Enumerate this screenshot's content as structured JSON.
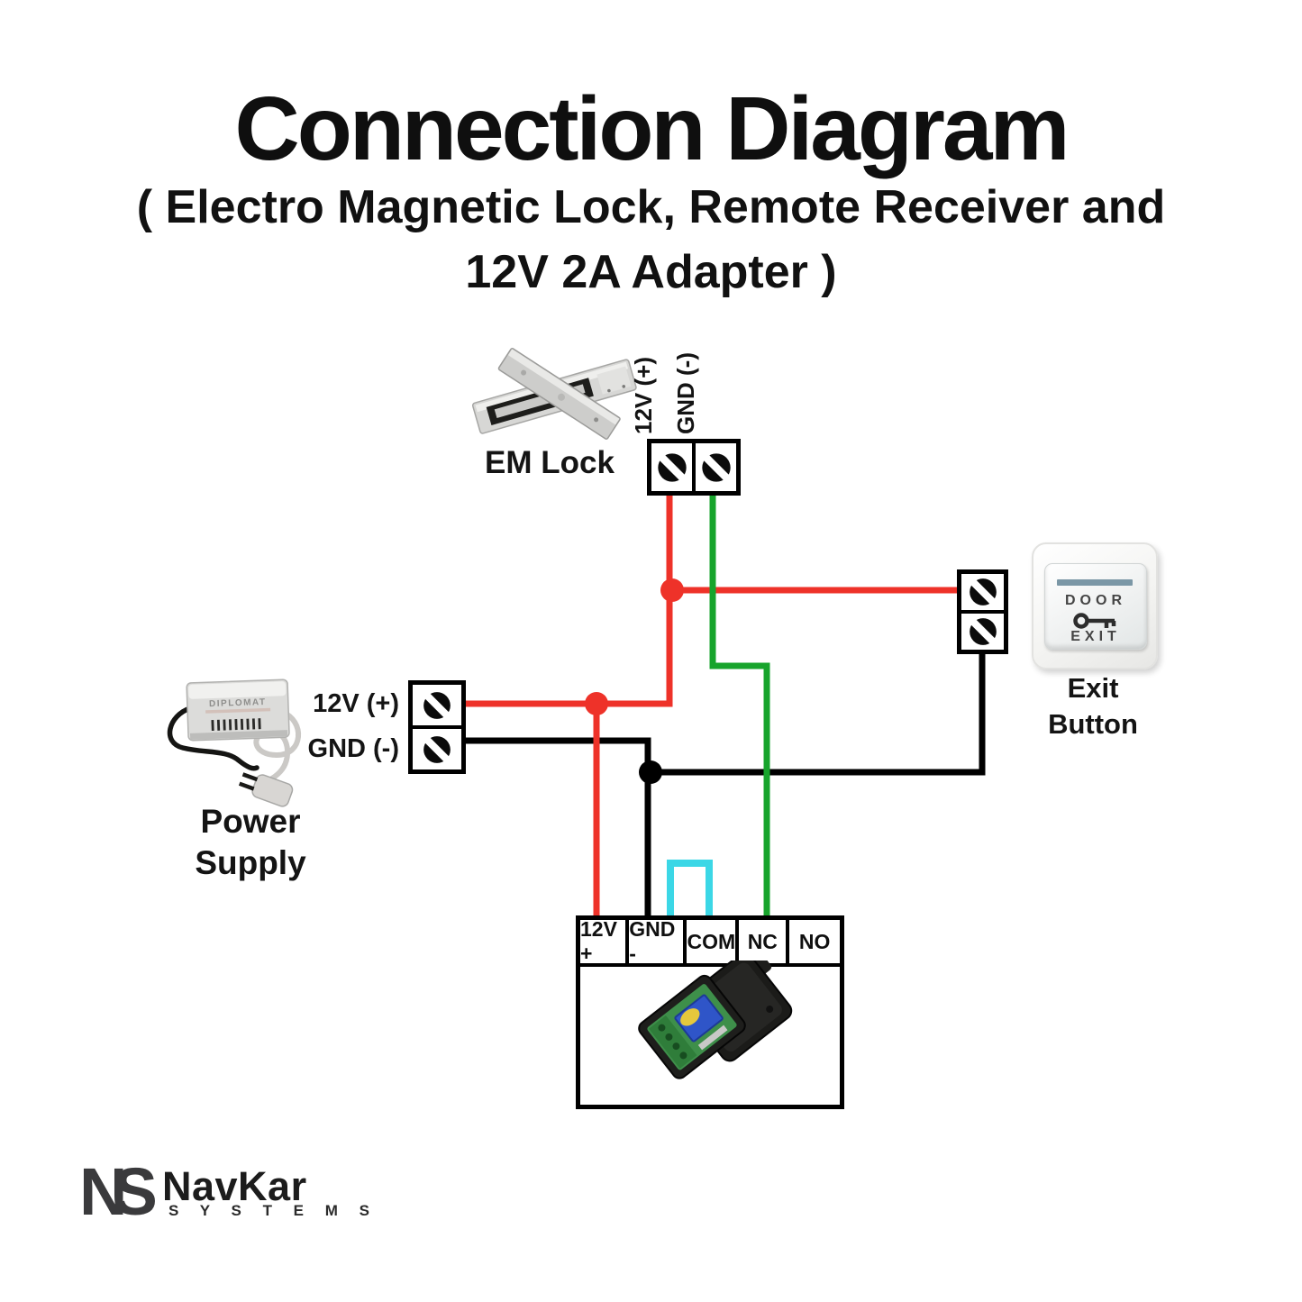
{
  "title": "Connection Diagram",
  "subtitle": {
    "line1": "( Electro Magnetic Lock, Remote Receiver and",
    "line2": "12V 2A Adapter )"
  },
  "em_lock": {
    "label": "EM Lock",
    "terminal_positive": "12V (+)",
    "terminal_negative": "GND (-)"
  },
  "power_supply": {
    "label_line1": "Power",
    "label_line2": "Supply",
    "brand": "DIPLOMAT",
    "terminal_positive": "12V (+)",
    "terminal_negative": "GND (-)"
  },
  "exit_button": {
    "label_line1": "Exit",
    "label_line2": "Button",
    "face_top": "DOOR",
    "face_bottom": "EXIT"
  },
  "receiver": {
    "terminals": [
      "12V +",
      "GND -",
      "COM",
      "NC",
      "NO"
    ]
  },
  "logo": {
    "mark": "NS",
    "name": "NavKar",
    "subname": "S Y S T E M S"
  },
  "colors": {
    "wire_red": "#ee3229",
    "wire_green": "#17a42c",
    "wire_black": "#000000",
    "wire_cyan": "#3bd7e6",
    "exit_bar": "#7b97a6",
    "logo_mark": "#3a3a3c"
  },
  "connections": [
    {
      "color": "red",
      "from": "Power Supply 12V (+)",
      "to": [
        "EM Lock 12V (+)",
        "Exit Button terminal 1",
        "Receiver 12V +"
      ]
    },
    {
      "color": "green",
      "from": "EM Lock GND (-)",
      "to": [
        "Receiver NC"
      ]
    },
    {
      "color": "black",
      "from": "Power Supply GND (-)",
      "to": [
        "Receiver GND -",
        "Exit Button terminal 2"
      ]
    },
    {
      "color": "cyan",
      "from": "Receiver GND -",
      "to": [
        "Receiver COM"
      ]
    }
  ]
}
